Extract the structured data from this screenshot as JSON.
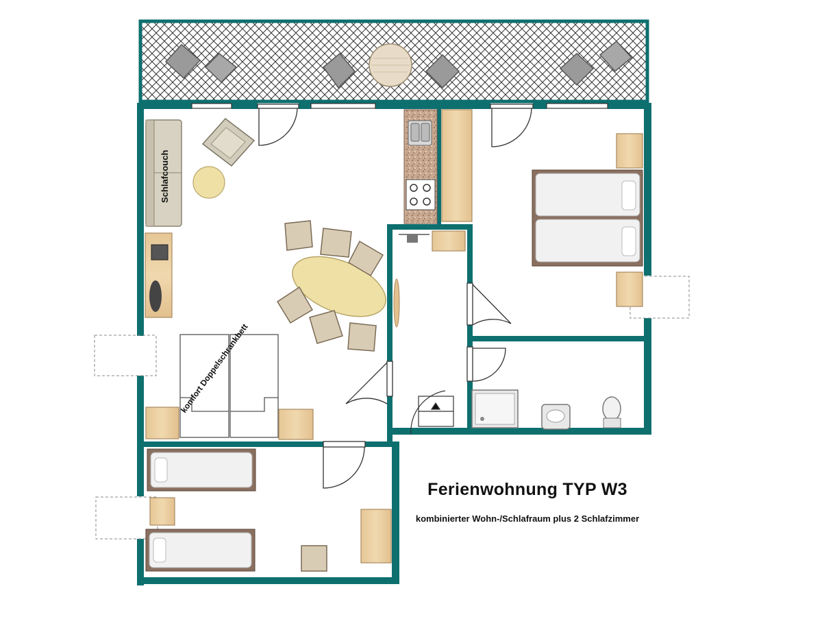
{
  "plan": {
    "title": "Ferienwohnung TYP W3",
    "subtitle": "kombinierter Wohn-/Schlafraum plus 2 Schlafzimmer",
    "labels": {
      "sofa": "Schlafcouch",
      "murphy_bed": "komfort Doppelschrankbett"
    }
  },
  "colors": {
    "wall": "#0e6f6f",
    "wood": "#e9cfa2",
    "wood_dark": "#c9a77a",
    "linen": "#f3f3f3",
    "chair_grey": "#9a9a9a"
  }
}
